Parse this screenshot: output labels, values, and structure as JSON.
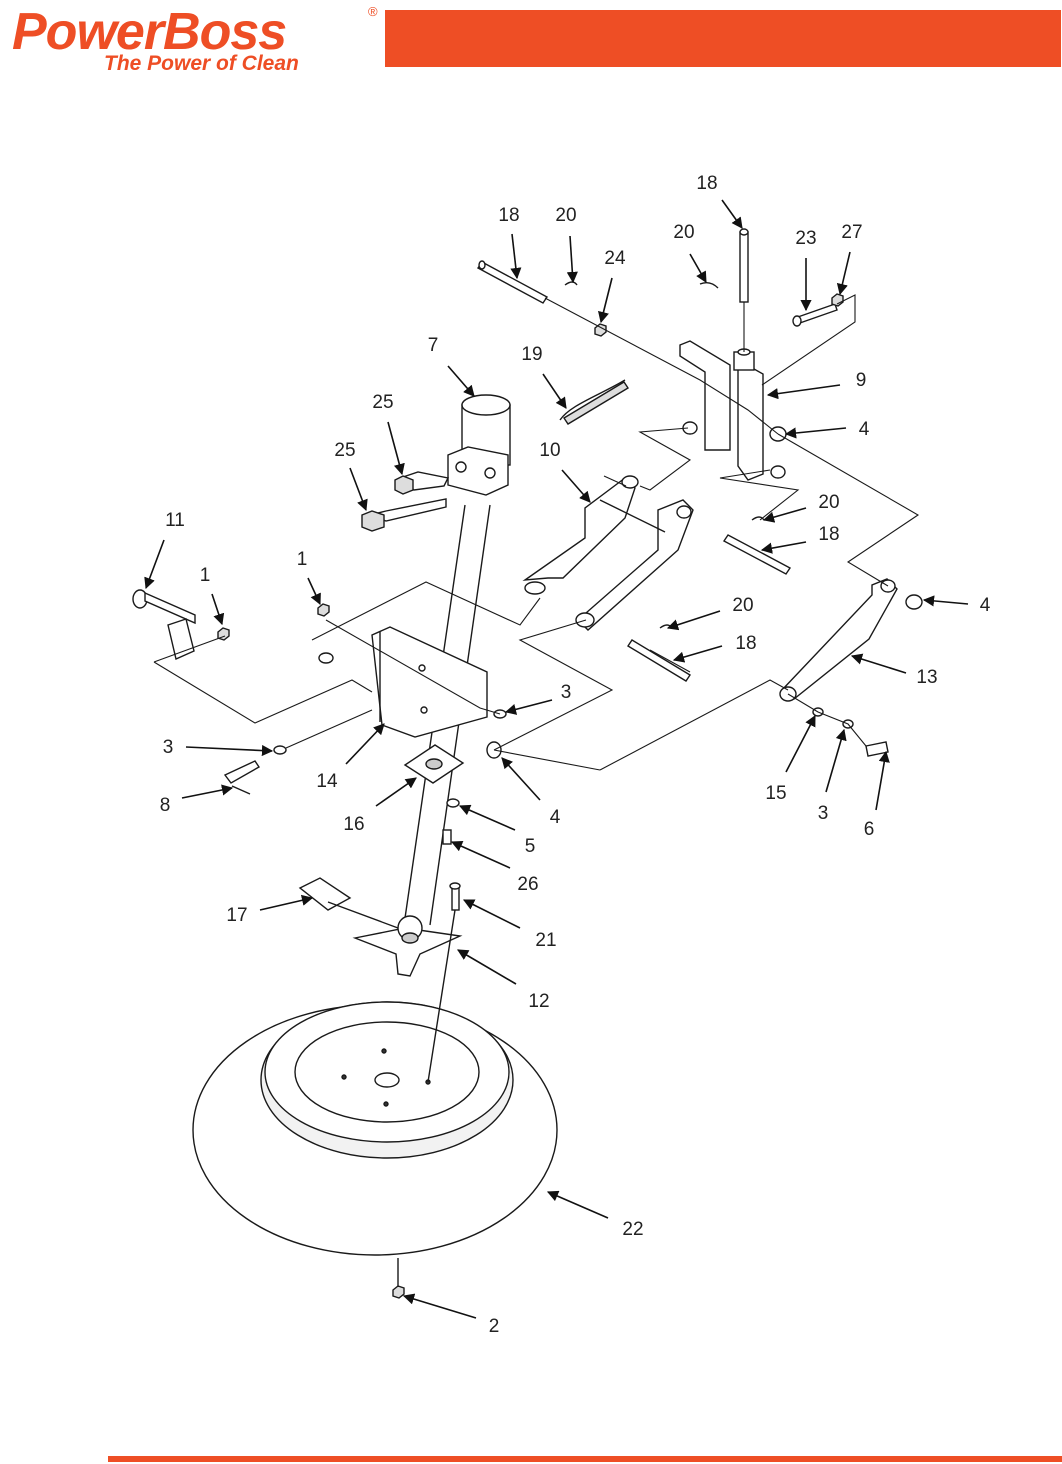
{
  "brand": {
    "name": "PowerBoss",
    "registered": "®",
    "tagline": "The Power of Clean",
    "accent_color": "#ee4e25"
  },
  "callouts": [
    {
      "id": "c18a",
      "text": "18"
    },
    {
      "id": "c18b",
      "text": "18"
    },
    {
      "id": "c20a",
      "text": "20"
    },
    {
      "id": "c20b",
      "text": "20"
    },
    {
      "id": "c24",
      "text": "24"
    },
    {
      "id": "c23",
      "text": "23"
    },
    {
      "id": "c27",
      "text": "27"
    },
    {
      "id": "c7",
      "text": "7"
    },
    {
      "id": "c19",
      "text": "19"
    },
    {
      "id": "c9",
      "text": "9"
    },
    {
      "id": "c25a",
      "text": "25"
    },
    {
      "id": "c25b",
      "text": "25"
    },
    {
      "id": "c4a",
      "text": "4"
    },
    {
      "id": "c10",
      "text": "10"
    },
    {
      "id": "c20c",
      "text": "20"
    },
    {
      "id": "c18c",
      "text": "18"
    },
    {
      "id": "c11",
      "text": "11"
    },
    {
      "id": "c1a",
      "text": "1"
    },
    {
      "id": "c1b",
      "text": "1"
    },
    {
      "id": "c4b",
      "text": "4"
    },
    {
      "id": "c20d",
      "text": "20"
    },
    {
      "id": "c18d",
      "text": "18"
    },
    {
      "id": "c13",
      "text": "13"
    },
    {
      "id": "c3a",
      "text": "3"
    },
    {
      "id": "c3b",
      "text": "3"
    },
    {
      "id": "c14",
      "text": "14"
    },
    {
      "id": "c8",
      "text": "8"
    },
    {
      "id": "c4c",
      "text": "4"
    },
    {
      "id": "c16",
      "text": "16"
    },
    {
      "id": "c5",
      "text": "5"
    },
    {
      "id": "c15",
      "text": "15"
    },
    {
      "id": "c3c",
      "text": "3"
    },
    {
      "id": "c6",
      "text": "6"
    },
    {
      "id": "c26",
      "text": "26"
    },
    {
      "id": "c17",
      "text": "17"
    },
    {
      "id": "c21",
      "text": "21"
    },
    {
      "id": "c12",
      "text": "12"
    },
    {
      "id": "c22",
      "text": "22"
    },
    {
      "id": "c2",
      "text": "2"
    }
  ]
}
